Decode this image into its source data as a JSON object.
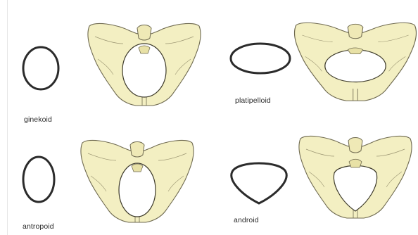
{
  "labels": {
    "ginekoid": "ginekoid",
    "platipelloid": "platipelloid",
    "antropoid": "antropoid",
    "android": "android"
  },
  "colors": {
    "bone": "#f3efc2",
    "bone_edge": "#6f6a50",
    "outline": "#2b2b2b",
    "background": "#ffffff"
  }
}
